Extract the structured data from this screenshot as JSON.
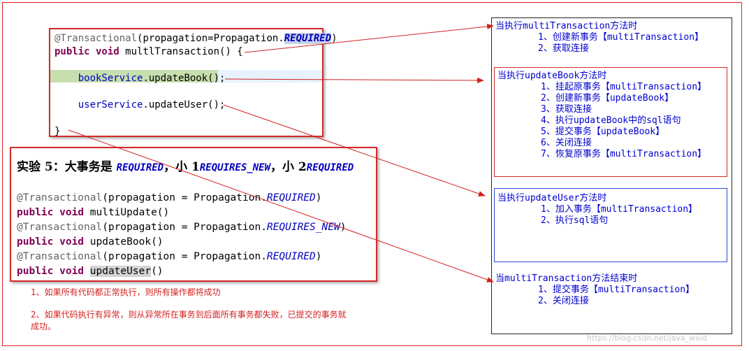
{
  "code_top": {
    "lines": [
      {
        "parts": [
          {
            "t": "@Transactional",
            "c": "ann"
          },
          {
            "t": "(propagation=Propagation.",
            "c": ""
          },
          {
            "t": "REQUIRED",
            "c": "const hl-req"
          },
          {
            "t": ")",
            "c": ""
          }
        ]
      },
      {
        "parts": [
          {
            "t": "public void ",
            "c": "kw"
          },
          {
            "t": "multlTransaction() {",
            "c": ""
          }
        ]
      },
      {
        "parts": [
          {
            "t": "",
            "c": ""
          }
        ]
      },
      {
        "parts": [
          {
            "t": "    ",
            "c": ""
          },
          {
            "t": "bookService",
            "c": "fld"
          },
          {
            "t": ".updateBook();",
            "c": ""
          }
        ]
      },
      {
        "parts": [
          {
            "t": "",
            "c": ""
          }
        ]
      },
      {
        "parts": [
          {
            "t": "    ",
            "c": ""
          },
          {
            "t": "userService",
            "c": "fld"
          },
          {
            "t": ".updateUser();",
            "c": ""
          }
        ]
      },
      {
        "parts": [
          {
            "t": "",
            "c": ""
          }
        ]
      },
      {
        "parts": [
          {
            "t": "}",
            "c": ""
          }
        ]
      }
    ]
  },
  "experiment": {
    "title_prefix": "实验 5：大事务是 ",
    "title_t1": "REQUIRED",
    "title_mid1": "，小 1",
    "title_t2": "REQUIRES_NEW",
    "title_mid2": "，小 2",
    "title_t3": "REQUIRED",
    "lines": [
      {
        "parts": [
          {
            "t": "@Transactional",
            "c": "ann"
          },
          {
            "t": "(propagation = Propagation.",
            "c": ""
          },
          {
            "t": "REQUIRED",
            "c": "constn"
          },
          {
            "t": ")",
            "c": ""
          }
        ]
      },
      {
        "parts": [
          {
            "t": "public void ",
            "c": "kw"
          },
          {
            "t": "multiUpdate()",
            "c": ""
          }
        ]
      },
      {
        "parts": [
          {
            "t": "@Transactional",
            "c": "ann"
          },
          {
            "t": "(propagation = Propagation.",
            "c": ""
          },
          {
            "t": "REQUIRES_NEW",
            "c": "constn"
          },
          {
            "t": ")",
            "c": ""
          }
        ]
      },
      {
        "parts": [
          {
            "t": "public void ",
            "c": "kw"
          },
          {
            "t": "updateBook()",
            "c": ""
          }
        ]
      },
      {
        "parts": [
          {
            "t": "@Transactional",
            "c": "ann"
          },
          {
            "t": "(propagation = Propagation.",
            "c": ""
          },
          {
            "t": "REQUIRED",
            "c": "constn"
          },
          {
            "t": ")",
            "c": ""
          }
        ]
      },
      {
        "parts": [
          {
            "t": "public void ",
            "c": "kw"
          },
          {
            "t": "updateUser",
            "c": "sel"
          },
          {
            "t": "()",
            "c": ""
          }
        ]
      }
    ]
  },
  "notes": [
    "1、如果所有代码都正常执行，则所有操作都将成功",
    "2、如果代码执行有异常，则从异常所在事务到后面所有事务都失败，已提交的事务就",
    "成功。"
  ],
  "right": {
    "multi_title": "当执行multiTransaction方法时",
    "multi_steps": [
      "1、创建新事务【multiTransaction】",
      "2、获取连接"
    ],
    "book_title": "当执行updateBook方法时",
    "book_steps": [
      "1、挂起原事务【multiTransaction】",
      "2、创建新事务【updateBook】",
      "3、获取连接",
      "4、执行updateBook中的sql语句",
      "5、提交事务【updateBook】",
      "6、关闭连接",
      "7、恢复原事务【multiTransaction】"
    ],
    "user_title": "当执行updateUser方法时",
    "user_steps": [
      "1、加入事务【multiTransaction】",
      "2、执行sql语句"
    ],
    "end_title": "当multiTransaction方法结束时",
    "end_steps": [
      "1、提交事务【multiTransaction】",
      "2、关闭连接"
    ]
  },
  "watermark": "https://blog.csdn.net/java_wxid",
  "colors": {
    "arrow": "#d42020",
    "border_red": "#d42a2a",
    "border_blue": "#2a4ad4",
    "note_text": "#0000d0"
  }
}
